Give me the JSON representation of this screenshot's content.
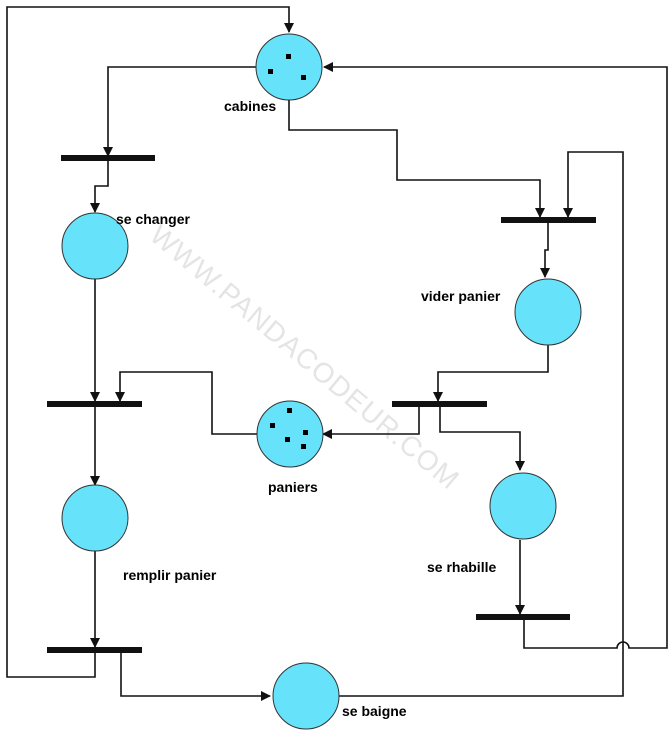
{
  "diagram": {
    "watermark": "WWW.PANDACODEUR.COM",
    "places": {
      "cabines": {
        "label": "cabines",
        "tokens": 3
      },
      "se_changer": {
        "label": "se changer",
        "tokens": 0
      },
      "vider_panier": {
        "label": "vider panier",
        "tokens": 0
      },
      "paniers": {
        "label": "paniers",
        "tokens": 5
      },
      "remplir_panier": {
        "label": "remplir panier",
        "tokens": 0
      },
      "se_rhabille": {
        "label": "se rhabille",
        "tokens": 0
      },
      "se_baigne": {
        "label": "se baigne",
        "tokens": 0
      }
    },
    "colors": {
      "place_fill": "#66e3fb",
      "transition": "#111111",
      "arc": "#111111"
    }
  }
}
